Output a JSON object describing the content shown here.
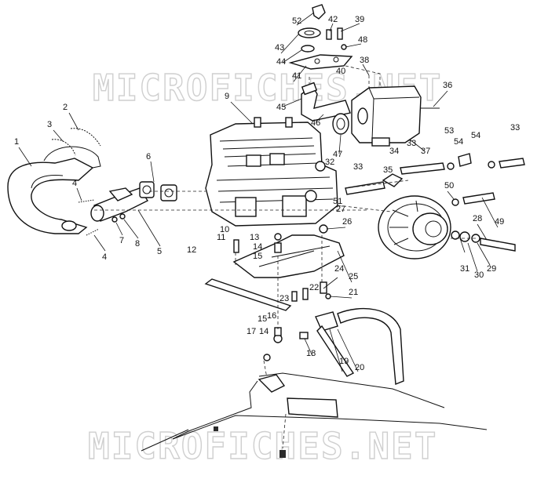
{
  "watermark": {
    "top": "MICROFICHES.NET",
    "bottom": "MICROFICHES.NET"
  },
  "callouts": [
    "1",
    "2",
    "3",
    "4",
    "4",
    "5",
    "6",
    "7",
    "8",
    "9",
    "10",
    "11",
    "12",
    "13",
    "14",
    "15",
    "14",
    "15",
    "16",
    "17",
    "18",
    "19",
    "20",
    "21",
    "22",
    "23",
    "24",
    "25",
    "26",
    "27",
    "28",
    "29",
    "30",
    "31",
    "32",
    "33",
    "33",
    "33",
    "34",
    "35",
    "36",
    "37",
    "38",
    "39",
    "40",
    "41",
    "42",
    "43",
    "44",
    "45",
    "46",
    "47",
    "48",
    "49",
    "50",
    "51",
    "52",
    "53",
    "54",
    "54"
  ]
}
